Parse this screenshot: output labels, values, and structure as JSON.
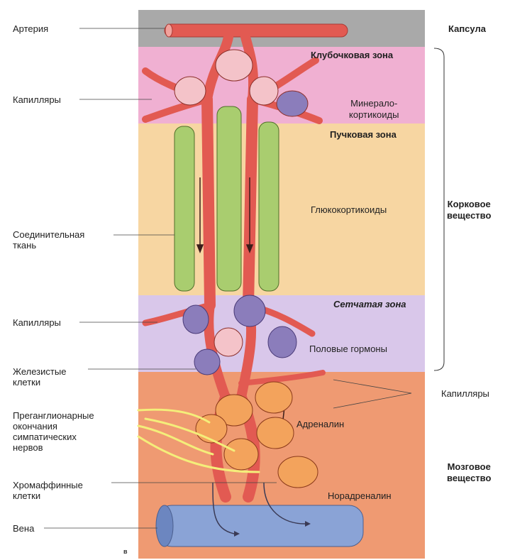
{
  "left_labels": {
    "artery": "Артерия",
    "capillaries_top": "Капилляры",
    "connective_tissue": "Соединительная\nткань",
    "capillaries_mid": "Капилляры",
    "gland_cells": "Железистые\nклетки",
    "preganglionic": "Преганглионарные\nокончания\nсимпатических\nнервов",
    "chromaffin": "Хромаффинные\nклетки",
    "vein": "Вена"
  },
  "zones": {
    "glomerular": "Клубочковая зона",
    "fascicular": "Пучковая зона",
    "reticular": "Сетчатая зона"
  },
  "hormones": {
    "mineralocorticoids": "Минерало-\nкортикоиды",
    "glucocorticoids": "Глюкокортикоиды",
    "sex_hormones": "Половые гормоны",
    "adrenaline": "Адреналин",
    "noradrenaline": "Норадреналин"
  },
  "right_labels": {
    "capsule": "Капсула",
    "cortex": "Корковое\nвещество",
    "capillaries": "Капилляры",
    "medulla": "Мозговое\nвещество"
  },
  "figure_letter": "в",
  "colors": {
    "capsule": "#a9a9a9",
    "glomerular": "#f0b0d2",
    "fascicular": "#f7d6a2",
    "reticular": "#d9c7ea",
    "medulla": "#ef9a72",
    "vessel": "#e25a52",
    "vein": "#8aa3d6",
    "green_cell": "#a9cd6f",
    "purple_cell": "#8b7dbb",
    "nerve": "#f4ee7a"
  }
}
